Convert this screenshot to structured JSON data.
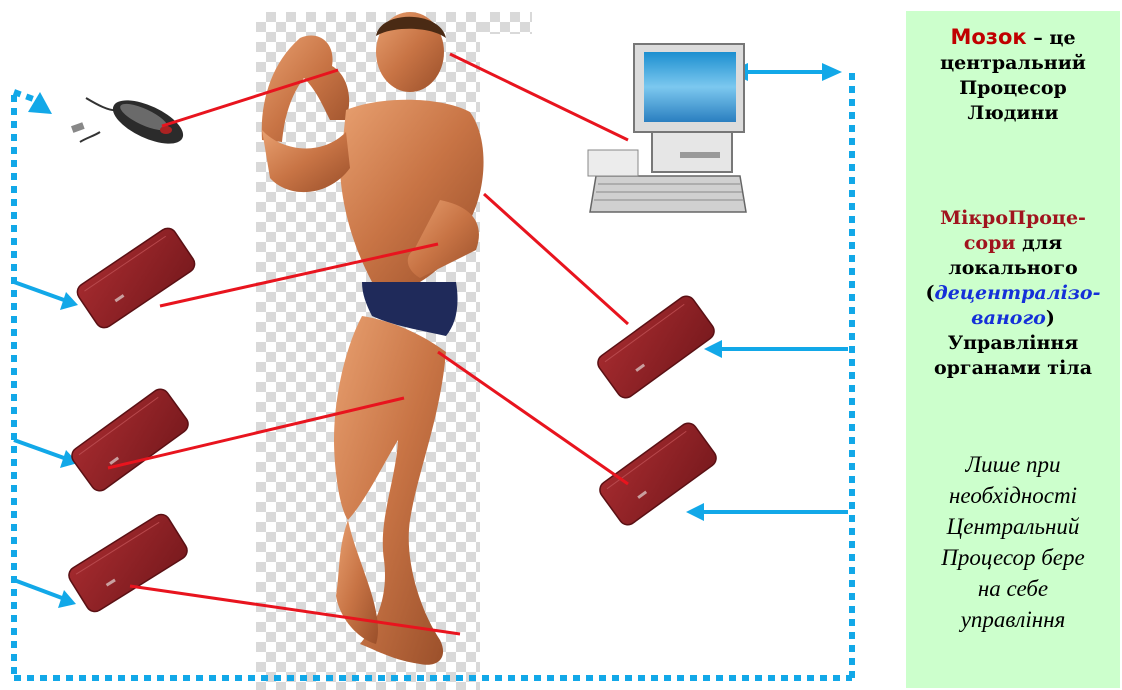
{
  "colors": {
    "panel_bg": "#ccffcc",
    "loop_blue": "#12a8e8",
    "connector_red": "#e8141e",
    "device_red": "#8e1e22",
    "accent_red": "#c00000",
    "accent_blue": "#1530d8"
  },
  "panel": {
    "brain_word": "Мозок",
    "brain_rest_1": " – це",
    "brain_line_2": "центральний",
    "brain_line_3": "Процесор",
    "brain_line_4": "Людини",
    "micro_line_1": "МікроПроце-",
    "micro_line_2a": "сори",
    "micro_line_2b": " для",
    "micro_line_3": "локального",
    "micro_paren_open": "(",
    "micro_line_4": "децентралізо-",
    "micro_line_5": "ваного",
    "micro_paren_close": ")",
    "micro_line_6": "Управління",
    "micro_line_7": "органами тіла",
    "note_line_1": "Лише при",
    "note_line_2": "необхідності",
    "note_line_3": "Центральний",
    "note_line_4": "Процесор бере",
    "note_line_5": "на себе",
    "note_line_6": "управління"
  },
  "icons": [
    "mouse-icon",
    "computer-icon",
    "bodybuilder-image",
    "phone-icon"
  ]
}
